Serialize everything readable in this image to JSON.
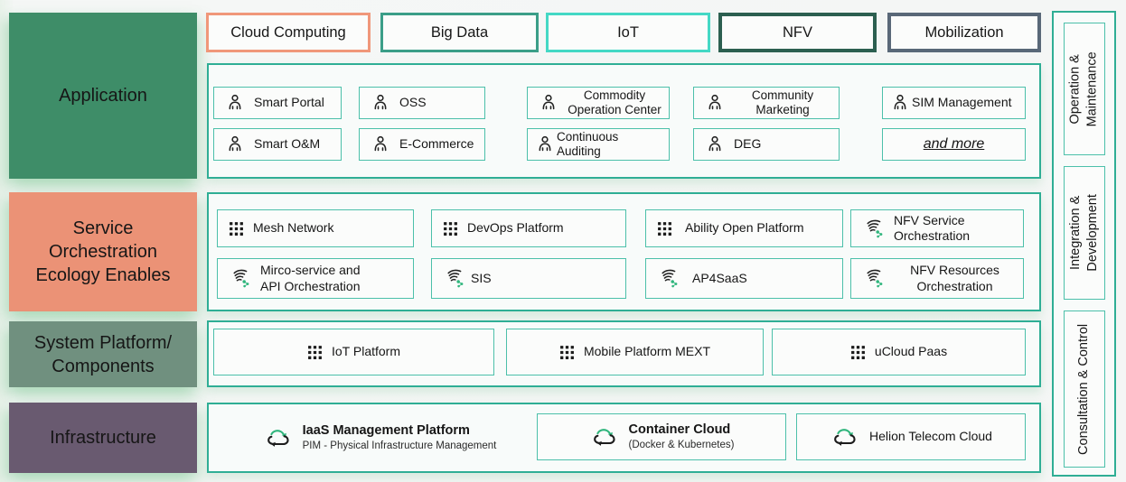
{
  "left_labels": [
    {
      "label": "Application",
      "color": "#3E8D68"
    },
    {
      "label": "Service\nOrchestration\nEcology Enables",
      "color": "#EB9276"
    },
    {
      "label": "System Platform/\nComponents",
      "color": "#70907F"
    },
    {
      "label": "Infrastructure",
      "color": "#695A70"
    }
  ],
  "tabs": [
    {
      "label": "Cloud Computing",
      "border_color": "#F0977A"
    },
    {
      "label": "Big Data",
      "border_color": "#3B9E88"
    },
    {
      "label": "IoT",
      "border_color": "#44D8C5"
    },
    {
      "label": "NFV",
      "border_color": "#2C5F50"
    },
    {
      "label": "Mobilization",
      "border_color": "#596878"
    }
  ],
  "application": {
    "row1": [
      {
        "icon": "person-icon",
        "label": "Smart Portal"
      },
      {
        "icon": "person-icon",
        "label": "OSS"
      },
      {
        "icon": "person-icon",
        "label": "Commodity\nOperation Center"
      },
      {
        "icon": "person-icon",
        "label": "Community\nMarketing"
      },
      {
        "icon": "person-icon",
        "label": "SIM Management"
      }
    ],
    "row2": [
      {
        "icon": "person-icon",
        "label": "Smart O&M"
      },
      {
        "icon": "person-icon",
        "label": "E-Commerce"
      },
      {
        "icon": "person-icon",
        "label": "Continuous Auditing"
      },
      {
        "icon": "person-icon",
        "label": "DEG"
      },
      {
        "icon": "none",
        "label": "and more"
      }
    ]
  },
  "service": {
    "row1": [
      {
        "icon": "grid-icon",
        "label": "Mesh Network"
      },
      {
        "icon": "grid-icon",
        "label": "DevOps Platform"
      },
      {
        "icon": "grid-icon",
        "label": "Ability Open Platform"
      },
      {
        "icon": "orchestration-icon",
        "label": "NFV Service\nOrchestration"
      }
    ],
    "row2": [
      {
        "icon": "orchestration-icon",
        "label": "Mirco-service and\nAPI Orchestration"
      },
      {
        "icon": "orchestration-icon",
        "label": "SIS"
      },
      {
        "icon": "orchestration-icon",
        "label": "AP4SaaS"
      },
      {
        "icon": "orchestration-icon",
        "label": "NFV Resources\nOrchestration"
      }
    ]
  },
  "system": {
    "items": [
      {
        "icon": "grid-icon",
        "label": "IoT Platform"
      },
      {
        "icon": "grid-icon",
        "label": "Mobile Platform MEXT"
      },
      {
        "icon": "grid-icon",
        "label": "uCloud Paas"
      }
    ]
  },
  "infrastructure": {
    "iaas": {
      "icon": "cloud-sync-icon",
      "title": "IaaS Management Platform",
      "subtitle": "PIM - Physical Infrastructure Management"
    },
    "container_cloud": {
      "icon": "cloud-sync-icon",
      "title": "Container Cloud",
      "subtitle": "(Docker & Kubernetes)"
    },
    "helion": {
      "icon": "cloud-sync-icon",
      "title": "Helion Telecom Cloud"
    }
  },
  "sidebar": [
    {
      "label": "Operation &\nMaintenance"
    },
    {
      "label": "Integration &\nDevelopment"
    },
    {
      "label": "Consultation & Control"
    }
  ],
  "colors": {
    "container_border": "#2FAE95",
    "item_border": "#4CC0AA",
    "accent_green": "#2FB57C",
    "background": "#F4F6F5"
  }
}
